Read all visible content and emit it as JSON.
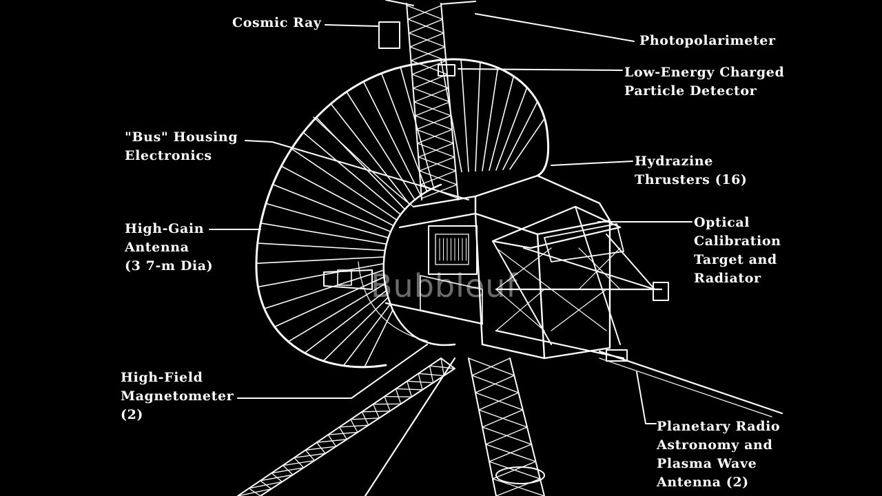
{
  "colors": {
    "background": "#000000",
    "ink": "#ffffff"
  },
  "labels": {
    "cosmic_ray": [
      "Cosmic Ray"
    ],
    "photopolarimeter": [
      "Photopolarimeter"
    ],
    "low_energy": [
      "Low-Energy Charged",
      "Particle Detector"
    ],
    "bus_housing": [
      "\"Bus\" Housing",
      "Electronics"
    ],
    "hydrazine": [
      "Hydrazine",
      "Thrusters (16)"
    ],
    "high_gain": [
      "High-Gain",
      "Antenna",
      "(3 7-m Dia)"
    ],
    "optical": [
      "Optical",
      "Calibration",
      "Target and",
      "Radiator"
    ],
    "high_field": [
      "High-Field",
      "Magnetometer",
      "(2)"
    ],
    "planetary_radio": [
      "Planetary Radio",
      "Astronomy and",
      "Plasma Wave",
      "Antenna (2)"
    ]
  },
  "watermark": "Bubbleuf"
}
